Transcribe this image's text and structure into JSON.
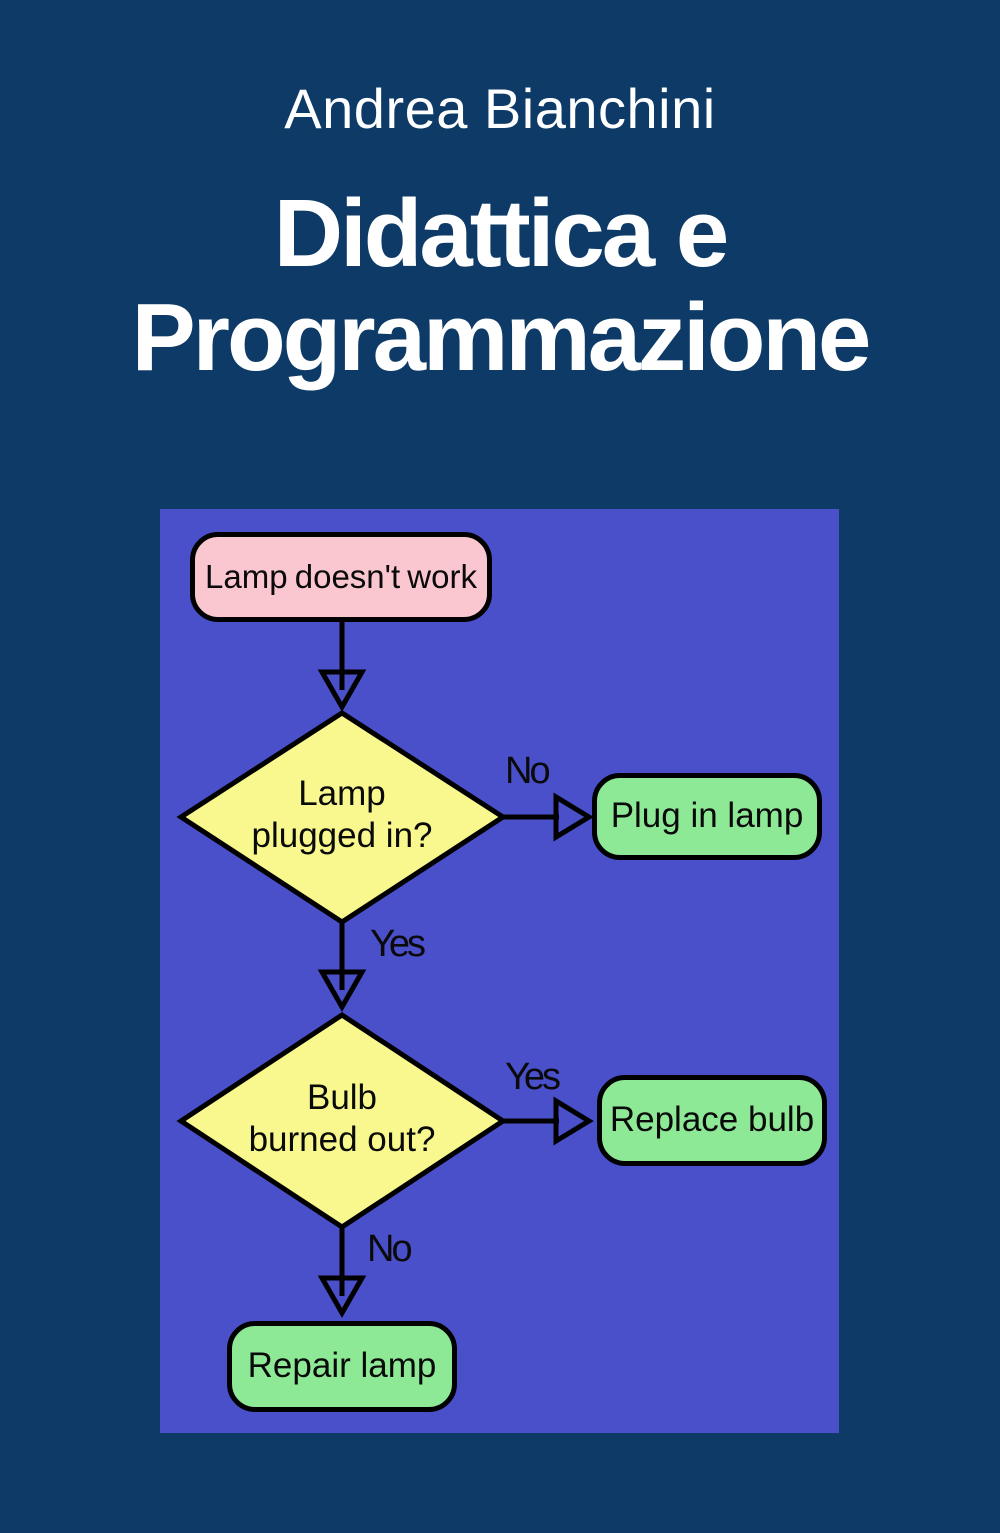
{
  "cover": {
    "author": "Andrea Bianchini",
    "title_line1": "Didattica e",
    "title_line2": "Programmazione"
  },
  "flowchart": {
    "start_label": "Lamp doesn't work",
    "decision1": {
      "line1": "Lamp",
      "line2": "plugged in?"
    },
    "decision2": {
      "line1": "Bulb",
      "line2": "burned out?"
    },
    "edge_labels": {
      "d1_no": "No",
      "d1_yes": "Yes",
      "d2_yes": "Yes",
      "d2_no": "No"
    },
    "action_plug": "Plug in lamp",
    "action_replace": "Replace bulb",
    "action_repair": "Repair lamp"
  },
  "colors": {
    "background_navy": "#0d3a66",
    "panel_blue": "#4a4fca",
    "start_pink": "#fac6d0",
    "decision_yellow": "#f8f88e",
    "action_green": "#8ee996",
    "outline_black": "#000000",
    "title_white": "#ffffff"
  }
}
